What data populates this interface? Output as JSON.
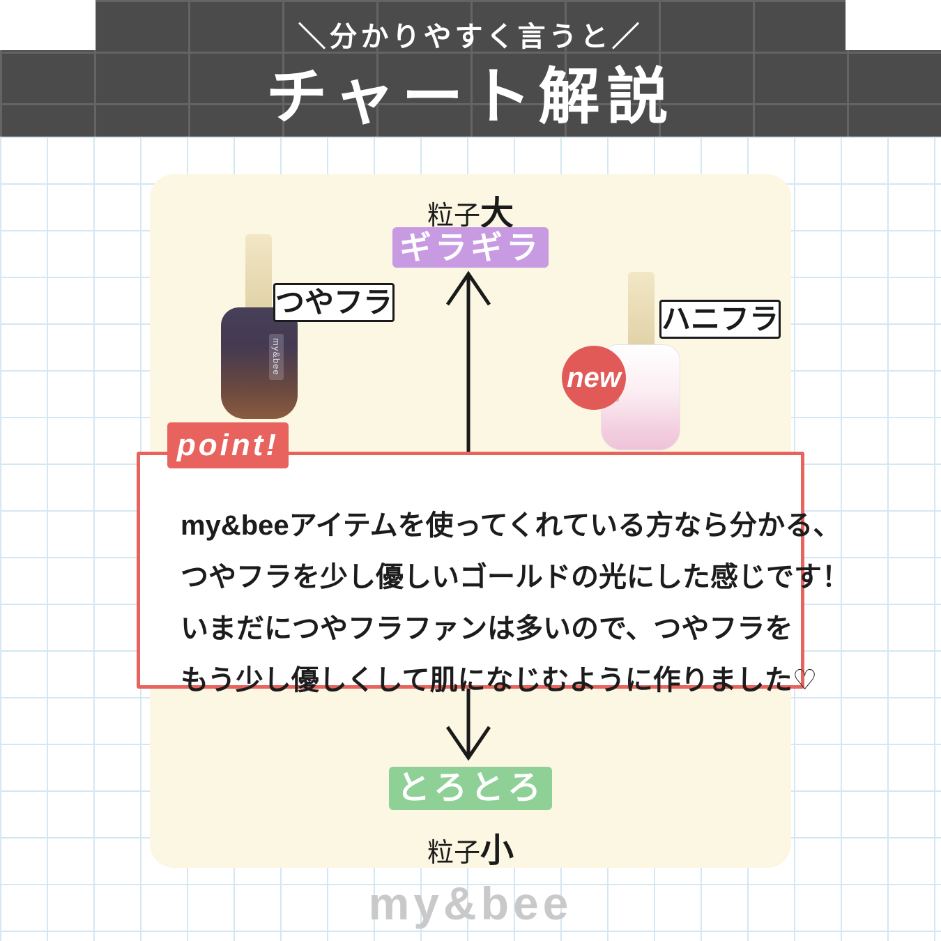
{
  "header": {
    "tagline": "＼分かりやすく言うと／",
    "title": "チャート解説"
  },
  "chart": {
    "axis_top": {
      "label": "粒子",
      "emphasis": "大"
    },
    "axis_bottom": {
      "label": "粒子",
      "emphasis": "小"
    },
    "top_badge": {
      "label": "ギラギラ",
      "color": "#c79ae2"
    },
    "bottom_badge": {
      "label": "とろとろ",
      "color": "#8fd096"
    },
    "arrow_color": "#1a1a1a"
  },
  "products": {
    "left": {
      "name": "つやフラ",
      "fine_print": "my&bee"
    },
    "right": {
      "name": "ハニフラ",
      "fine_print": "my&bee",
      "badge": "new",
      "badge_color": "#e25a57"
    }
  },
  "point": {
    "tab": "point!",
    "accent_color": "#e8635e",
    "lines": [
      "my&beeアイテムを使ってくれている方なら分かる、",
      "つやフラを少し優しいゴールドの光にした感じです！",
      "いまだにつやフラファンは多いので、つやフラを",
      "もう少し優しくして肌になじむように作りました♡"
    ]
  },
  "footer": {
    "logo": "my&bee"
  }
}
